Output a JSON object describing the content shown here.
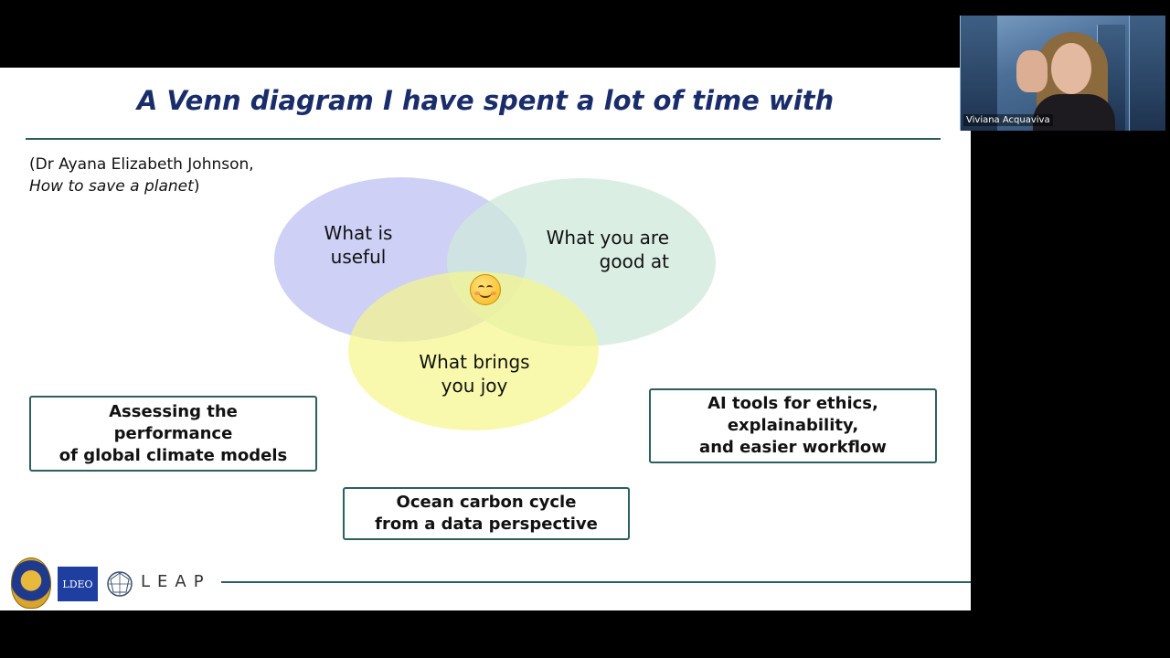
{
  "slide": {
    "title": "A Venn diagram I have spent a lot of time with",
    "citation": {
      "author": "(Dr Ayana Elizabeth Johnson,",
      "book": "How to save a planet",
      "close": ")"
    },
    "venn": {
      "circles": [
        {
          "name": "useful",
          "line1": "What is",
          "line2": "useful",
          "color": "#c5c9f3"
        },
        {
          "name": "good-at",
          "line1": "What you are",
          "line2": "good at",
          "color": "#cfe8db"
        },
        {
          "name": "joy",
          "line1": "What brings",
          "line2": "you joy",
          "color": "#f6f68a"
        }
      ],
      "center_icon": "smiling-face-icon"
    },
    "boxes": {
      "left": {
        "line1": "Assessing the",
        "line2": "performance",
        "line3": "of global climate models"
      },
      "right": {
        "line1": "AI tools for ethics,",
        "line2": "explainability,",
        "line3": "and easier workflow"
      },
      "bottom": {
        "line1": "Ocean carbon cycle",
        "line2": "from a data perspective"
      }
    },
    "footer": {
      "ldeo_label": "LDEO",
      "leap_label": "LEAP",
      "icons": [
        "university-seal-icon",
        "ldeo-logo-icon",
        "leap-logo-icon"
      ]
    },
    "colors": {
      "title": "#1a2d6b",
      "rule": "#2c5f5d"
    }
  },
  "video": {
    "participant_name": "Viviana Acquaviva"
  }
}
